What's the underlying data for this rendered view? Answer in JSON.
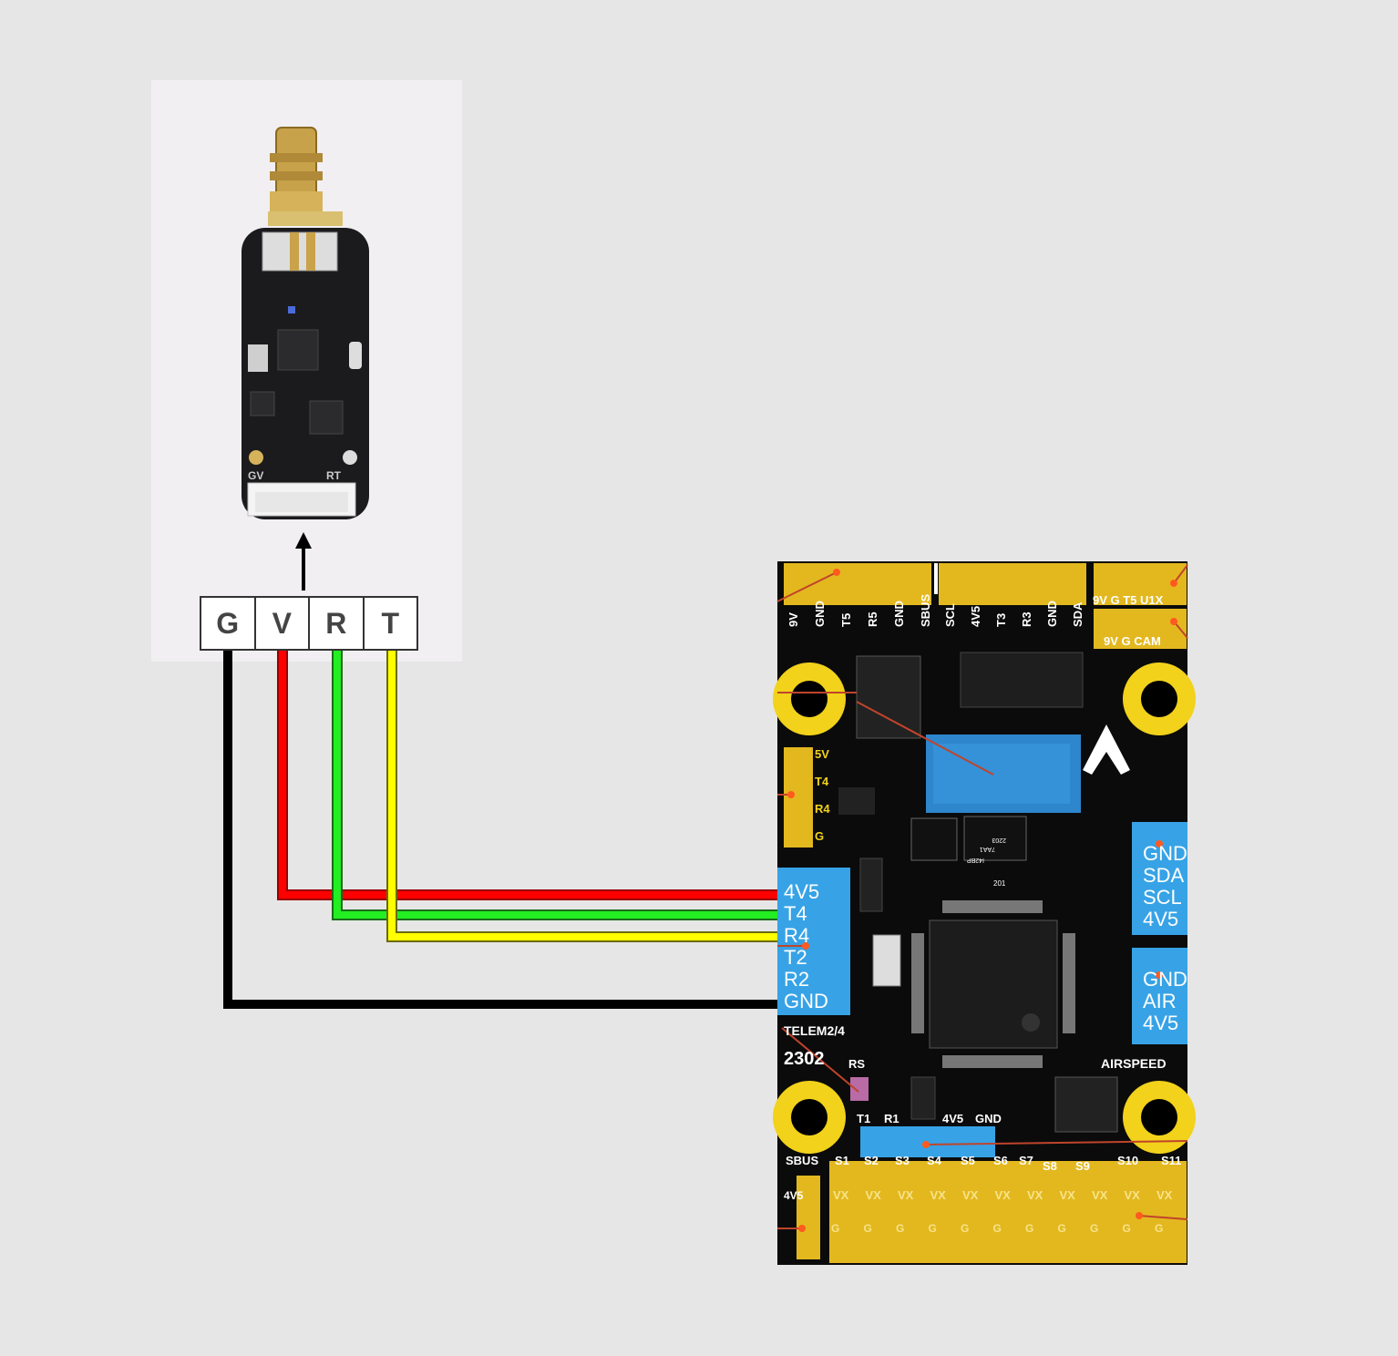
{
  "module": {
    "pins": [
      {
        "label": "G"
      },
      {
        "label": "V"
      },
      {
        "label": "R"
      },
      {
        "label": "T"
      }
    ],
    "silk_left": "GV",
    "silk_right": "RT"
  },
  "flight_controller": {
    "top_header_1": [
      "9V",
      "GND",
      "T5",
      "R5",
      "GND",
      "SBUS"
    ],
    "top_header_2": [
      "SCL",
      "4V5",
      "T3",
      "R3",
      "GND",
      "SDA"
    ],
    "top_right_1": "9V G T5 U1X",
    "top_right_2": "9V G CAM",
    "left_header": [
      "5V",
      "T4",
      "R4",
      "G"
    ],
    "telem_port": [
      "4V5",
      "T4",
      "R4",
      "T2",
      "R2",
      "GND"
    ],
    "i2c_port": [
      "GND",
      "SDA",
      "SCL",
      "4V5"
    ],
    "air_port": [
      "GND",
      "AIR",
      "4V5"
    ],
    "telem_label": "TELEM2/4",
    "code_main": "2302",
    "code_sub": "RS",
    "airspeed_label": "AIRSPEED",
    "bottom_small": [
      "T1",
      "R1",
      "4V5",
      "GND"
    ],
    "servo_labels": [
      "SBUS",
      "S1",
      "S2",
      "S3",
      "S4",
      "S5",
      "S6",
      "S7",
      "S8",
      "S9",
      "S10",
      "S11"
    ],
    "rail_left": "4V5",
    "chip_text_1": "I42BP",
    "chip_text_2": "7AA1",
    "chip_text_3": "2203",
    "chip_small": "201",
    "vx": "VX",
    "g": "G"
  },
  "wire_colors": {
    "G": "#000000",
    "V": "#ff0000",
    "R": "#00ee00",
    "T": "#ffff00"
  }
}
